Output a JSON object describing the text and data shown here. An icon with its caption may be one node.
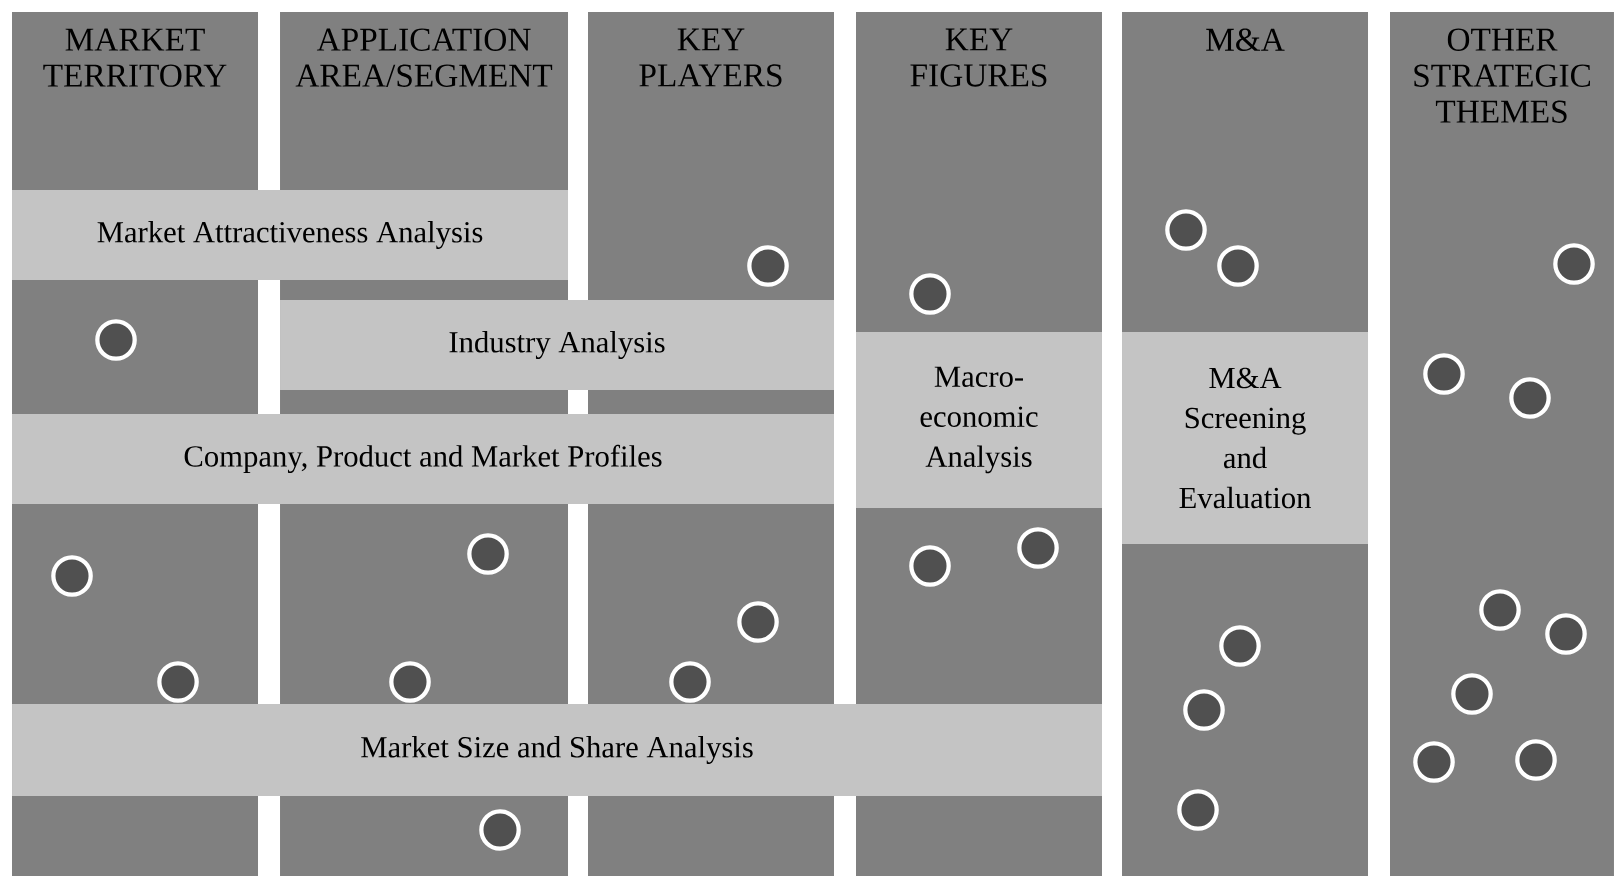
{
  "diagram": {
    "nodes": [
      {
        "text": [
          "MARKET TERRITORY"
        ]
      },
      {
        "text": [
          "APPLICATION AREA/SEGMENT"
        ]
      },
      {
        "text": [
          "KEY PLAYERS"
        ]
      },
      {
        "text": [
          "KEY FIGURES"
        ]
      },
      {
        "text": [
          "M&A"
        ]
      },
      {
        "text": [
          "OTHER STRATEGIC THEMES"
        ]
      },
      {
        "text": [
          "Market Attractiveness Analysis"
        ]
      },
      {
        "text": [
          "Industry Analysis"
        ]
      },
      {
        "text": [
          "Macro-economic Analysis"
        ],
        "in": 3
      },
      {
        "text": [
          "M&A Screening and Evaluation"
        ],
        "in": 4
      },
      {
        "text": [
          "Company, Product and Market Profiles"
        ]
      },
      {
        "text": [
          "Market Size and Share Analysis"
        ]
      }
    ]
  }
}
